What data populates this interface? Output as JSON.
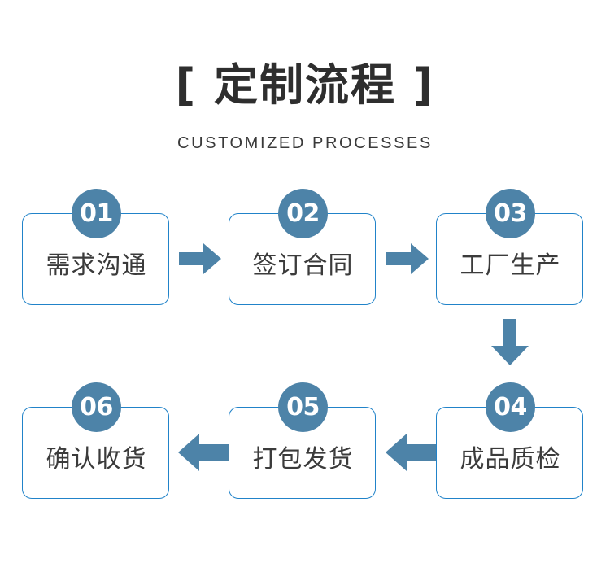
{
  "header": {
    "title": "[ 定制流程 ]",
    "subtitle": "CUSTOMIZED PROCESSES"
  },
  "colors": {
    "box_border": "#2183c9",
    "badge_fill": "#4d83a8",
    "arrow_fill": "#4d83a8",
    "title_text": "#2e2e2e",
    "label_text": "#3b3b3b",
    "background": "#ffffff"
  },
  "flow": {
    "steps": [
      {
        "number": "01",
        "label": "需求沟通"
      },
      {
        "number": "02",
        "label": "签订合同"
      },
      {
        "number": "03",
        "label": "工厂生产"
      },
      {
        "number": "04",
        "label": "成品质检"
      },
      {
        "number": "05",
        "label": "打包发货"
      },
      {
        "number": "06",
        "label": "确认收货"
      }
    ],
    "connectors": [
      {
        "from": "01",
        "to": "02",
        "direction": "right"
      },
      {
        "from": "02",
        "to": "03",
        "direction": "right"
      },
      {
        "from": "03",
        "to": "04",
        "direction": "down"
      },
      {
        "from": "04",
        "to": "05",
        "direction": "left"
      },
      {
        "from": "05",
        "to": "06",
        "direction": "left"
      }
    ]
  }
}
